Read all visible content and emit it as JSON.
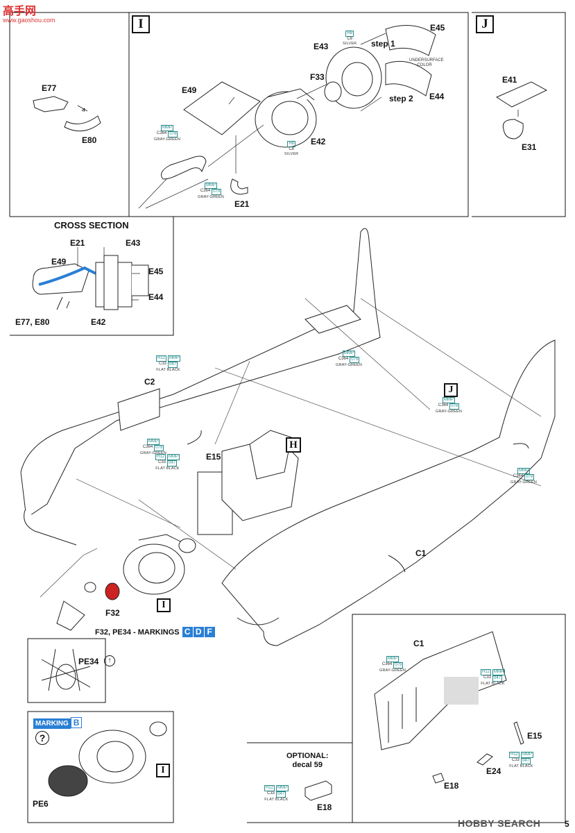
{
  "watermark": {
    "site_cn": "高手网",
    "site_url": "www.gaoshou.com"
  },
  "panels": {
    "I": "I",
    "J": "J",
    "H": "H"
  },
  "cross_section": {
    "title": "CROSS SECTION",
    "labels": {
      "e21": "E21",
      "e43": "E43",
      "e49": "E49",
      "e45": "E45",
      "e44": "E44",
      "e77e80": "E77, E80",
      "e42": "E42"
    }
  },
  "parts": {
    "e77": "E77",
    "e80": "E80",
    "e49": "E49",
    "e43": "E43",
    "e45": "E45",
    "e33": "F33",
    "e44": "E44",
    "e42": "E42",
    "e21": "E21",
    "e41": "E41",
    "e31": "E31",
    "c2": "C2",
    "e15": "E15",
    "c1": "C1",
    "f32": "F32",
    "pe34": "PE34",
    "pe6": "PE6",
    "c1b": "C1",
    "e15b": "E15",
    "e24": "E24",
    "e18": "E18",
    "e18b": "E18"
  },
  "steps": {
    "step1": "step 1",
    "step2": "step 2"
  },
  "colors": {
    "gray_green": {
      "h": "MMP",
      "c": "C364",
      "n": "079",
      "name": "GRAY-GREEN"
    },
    "silver": {
      "h": "H8",
      "c": "C8",
      "name": "SILVER"
    },
    "flat_black": {
      "h": "H12",
      "h2": "MMP",
      "c": "C33",
      "n": "047",
      "name": "FLAT BLACK"
    },
    "underside": "UNDERSURFACE COLOR"
  },
  "markings": {
    "prefix": "F32, PE34 - MARKINGS",
    "c": "C",
    "d": "D",
    "f": "F"
  },
  "marking_b": {
    "label": "MARKING",
    "letter": "B"
  },
  "optional": {
    "line1": "OPTIONAL:",
    "line2": "decal 59"
  },
  "footer": {
    "brand": "HOBBY SEARCH",
    "page": "5"
  },
  "accent": {
    "blue": "#2a7fd4",
    "teal": "#2a8c8c"
  }
}
